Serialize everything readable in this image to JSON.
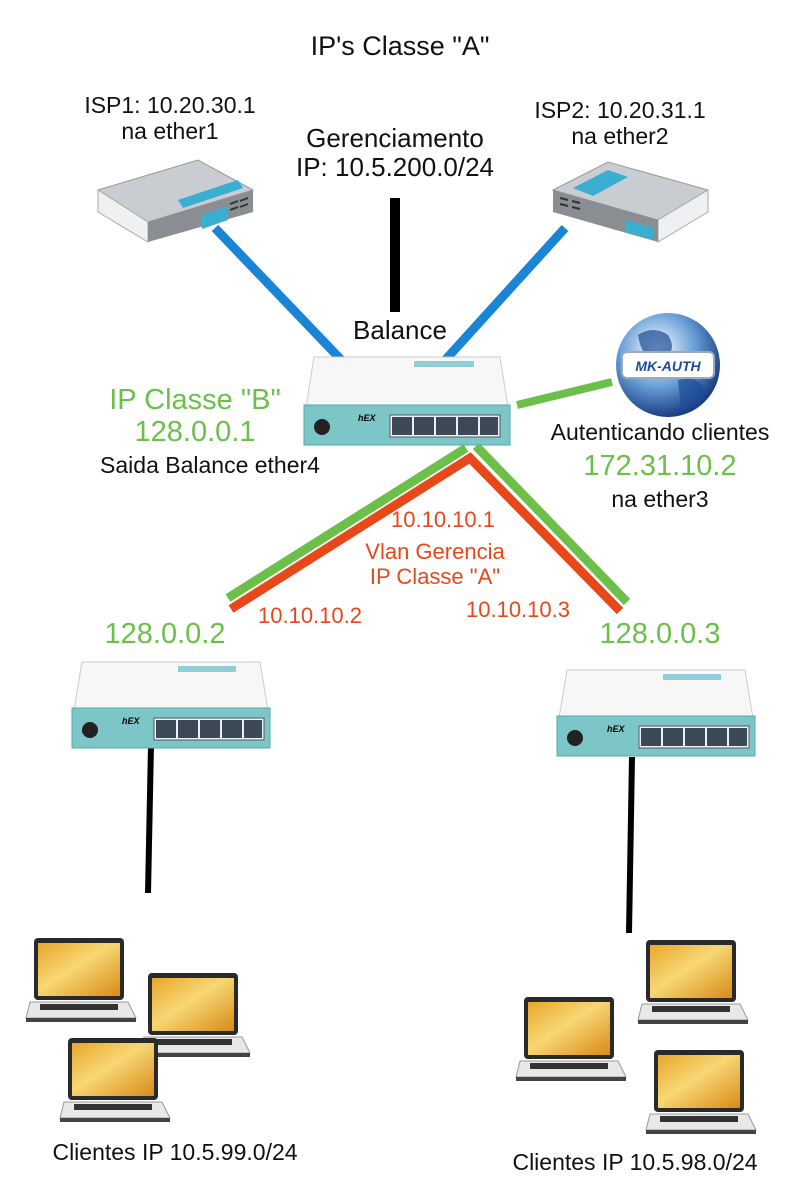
{
  "title": "IP's Classe \"A\"",
  "colors": {
    "wan_link": "#1a85d6",
    "mgmt_link": "#000000",
    "classB_link": "#6cc04a",
    "vlan_link": "#e8471a",
    "green_text": "#6cc04a",
    "orange_text": "#e8471a"
  },
  "isp1": {
    "line1": "ISP1: 10.20.30.1",
    "line2": "na ether1",
    "icon": "dlink-modem-icon"
  },
  "isp2": {
    "line1": "ISP2: 10.20.31.1",
    "line2": "na ether2",
    "icon": "dlink-modem-icon"
  },
  "management": {
    "line1": "Gerenciamento",
    "line2": "IP: 10.5.200.0/24"
  },
  "balance": {
    "label": "Balance",
    "device_brand": "hEX",
    "ip_class": "IP Classe \"B\"",
    "ip": "128.0.0.1",
    "exit_label": "Saida Balance ether4"
  },
  "mkauth": {
    "logo_text": "MK-AUTH",
    "line1": "Autenticando clientes",
    "ip": "172.31.10.2",
    "line3": "na ether3"
  },
  "vlan": {
    "gateway_ip": "10.10.10.1",
    "name": "Vlan Gerencia",
    "ip_class": "IP Classe \"A\"",
    "left_ip": "10.10.10.2",
    "right_ip": "10.10.10.3"
  },
  "left_router": {
    "ip": "128.0.0.2",
    "device_brand": "hEX"
  },
  "right_router": {
    "ip": "128.0.0.3",
    "device_brand": "hEX"
  },
  "left_clients": {
    "label": "Clientes IP 10.5.99.0/24",
    "count": 3
  },
  "right_clients": {
    "label": "Clientes IP 10.5.98.0/24",
    "count": 3
  }
}
